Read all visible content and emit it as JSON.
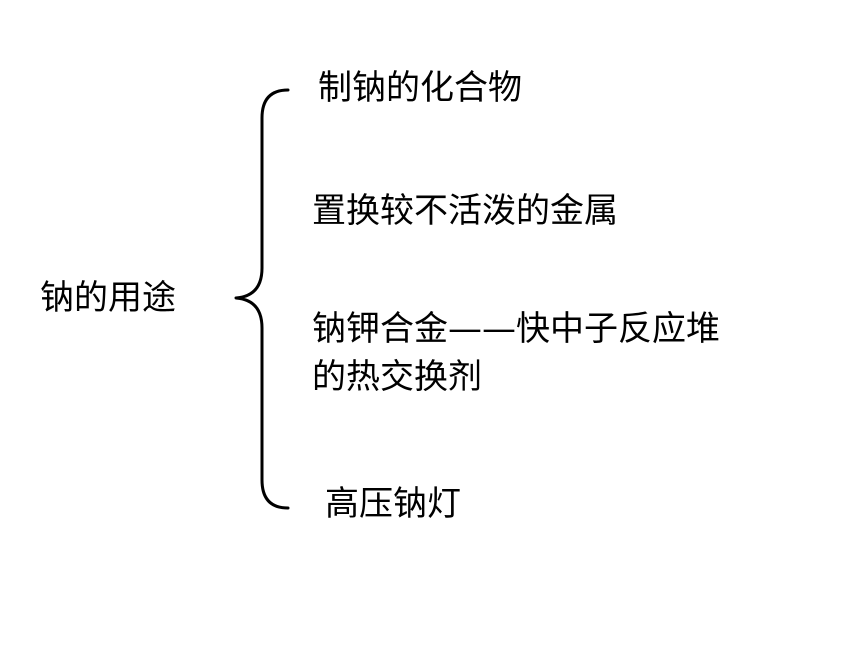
{
  "diagram": {
    "root": "钠的用途",
    "items": [
      {
        "lines": [
          "制钠的化合物"
        ]
      },
      {
        "lines": [
          "置换较不活泼的金属"
        ]
      },
      {
        "lines": [
          "钠钾合金——快中子反应堆",
          "的热交换剂"
        ]
      },
      {
        "lines": [
          "高压钠灯"
        ]
      }
    ]
  },
  "colors": {
    "text": "#000000",
    "background": "#ffffff",
    "brace": "#000000"
  }
}
